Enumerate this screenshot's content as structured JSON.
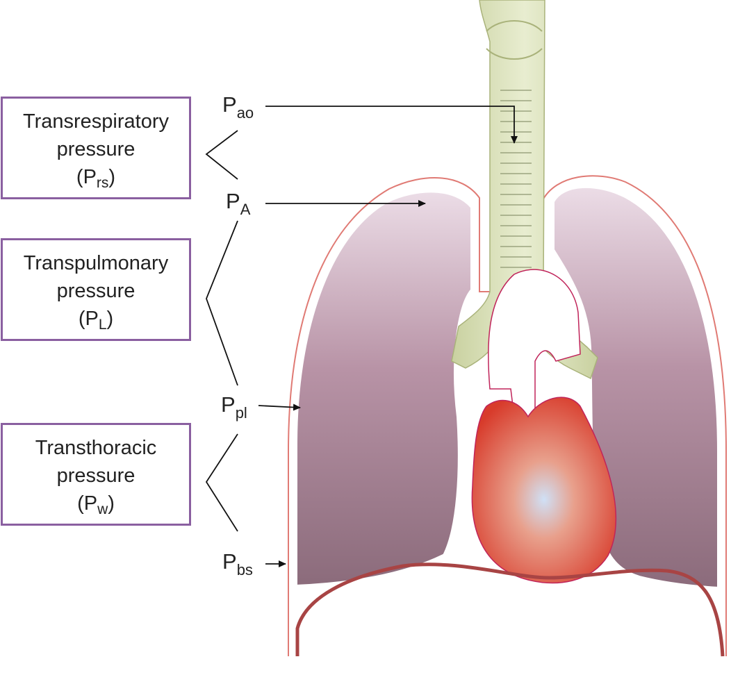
{
  "boxes": [
    {
      "line1": "Transrespiratory",
      "line2": "pressure",
      "sym": "(P",
      "sub": "rs",
      "close": ")"
    },
    {
      "line1": "Transpulmonary",
      "line2": "pressure",
      "sym": "(P",
      "sub": "L",
      "close": ")"
    },
    {
      "line1": "Transthoracic",
      "line2": "pressure",
      "sym": "(P",
      "sub": "w",
      "close": ")"
    }
  ],
  "pressures": {
    "airway_opening": {
      "sym": "P",
      "sub": "ao"
    },
    "alveolar": {
      "sym": "P",
      "sub": "A"
    },
    "pleural": {
      "sym": "P",
      "sub": "pl"
    },
    "body_surface": {
      "sym": "P",
      "sub": "bs"
    }
  },
  "colors": {
    "box_border": "#8a5fa0",
    "lung_top": "#e9d9e4",
    "lung_bottom": "#8f6f7f",
    "trachea": "#d9e0b8",
    "heart_center": "#c9dcf4",
    "heart_edge": "#d63a2a",
    "chest_wall": "#e07a74",
    "diaphragm": "#a84444"
  }
}
